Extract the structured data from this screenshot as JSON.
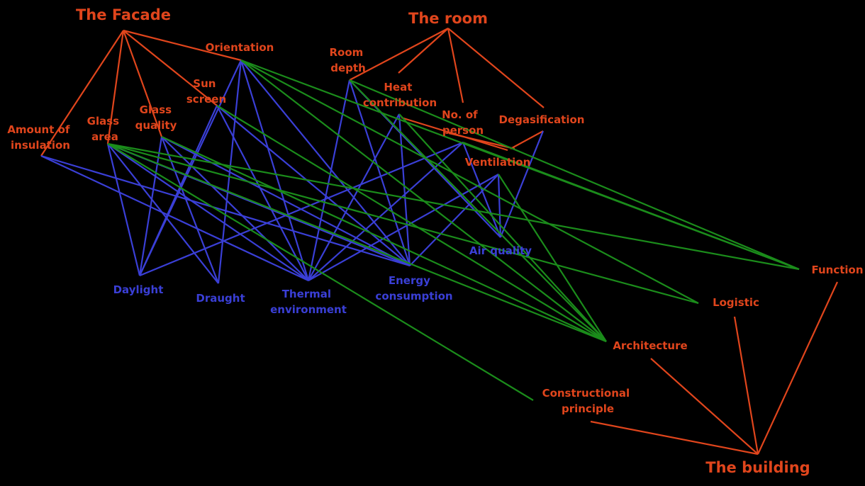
{
  "colors": {
    "background": "#000000",
    "orange": "#e0451c",
    "blue": "#3a3fd6",
    "green": "#1b8c1b"
  },
  "groups": {
    "facade": "The Facade",
    "room": "The room",
    "building": "The building"
  },
  "facade_items": {
    "orientation": "Orientation",
    "sun_screen": [
      "Sun",
      "screen"
    ],
    "amount_of_insulation": [
      "Amount of",
      "insulation"
    ],
    "glass_area": [
      "Glass",
      "area"
    ],
    "glass_quality": [
      "Glass",
      "quality"
    ]
  },
  "room_items": {
    "room_depth": [
      "Room",
      "depth"
    ],
    "heat_contribution": [
      "Heat",
      "contribution"
    ],
    "no_of_person": [
      "No. of",
      "person"
    ],
    "degasification": "Degasification",
    "ventilation": "Ventilation"
  },
  "indoor_climate_items": {
    "daylight": "Daylight",
    "draught": "Draught",
    "thermal_environment": [
      "Thermal",
      "environment"
    ],
    "energy_consumption": [
      "Energy",
      "consumption"
    ],
    "air_quality": "Air quality"
  },
  "building_items": {
    "function": "Function",
    "logistic": "Logistic",
    "architecture": "Architecture",
    "constructional_principle": [
      "Constructional",
      "principle"
    ]
  }
}
